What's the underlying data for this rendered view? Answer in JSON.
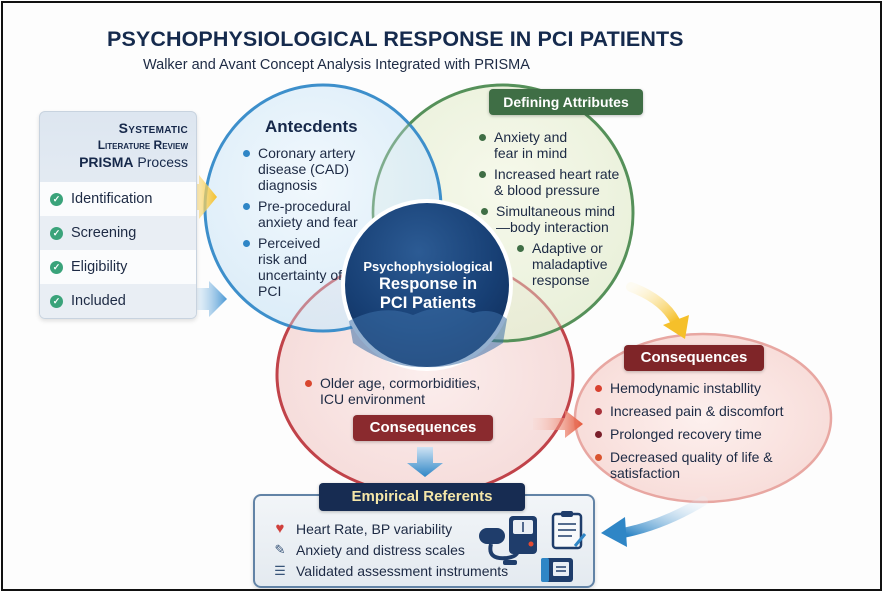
{
  "header": {
    "title": "PSYCHOPHYSIOLOGICAL RESPONSE IN PCI PATIENTS",
    "subtitle": "Walker and Avant Concept Analysis Integrated with PRISMA"
  },
  "prisma": {
    "heading_line1": "Systematic",
    "heading_line2": "Literature Review",
    "heading_line3_bold": "PRISMA",
    "heading_line3_rest": "Process",
    "check_icon": "check-circle-icon",
    "steps": [
      {
        "label": "Identification"
      },
      {
        "label": "Screening"
      },
      {
        "label": "Eligibility"
      },
      {
        "label": "Included"
      }
    ]
  },
  "antecedents": {
    "title": "Antecdents",
    "items": [
      "Coronary artery disease (CAD) diagnosis",
      "Pre-procedural anxiety and fear",
      "Perceived risk and uncertainty of PCI"
    ],
    "color": "#2f86c6"
  },
  "defining_attributes": {
    "title": "Defining Attributes",
    "items": [
      "Anxiety and fear in mind",
      "Increased heart rate & blood pressure",
      "Simultaneous mind—body interaction",
      "Adaptive or maladaptive response"
    ],
    "color": "#3f6e45"
  },
  "center": {
    "line1": "Psychophysiological",
    "line2": "Response in",
    "line3": "PCI Patients"
  },
  "lower_circle": {
    "items": [
      "Older age, cormorbidities, ICU environment"
    ],
    "tag": "Consequences"
  },
  "consequences": {
    "title": "Consequences",
    "items": [
      {
        "label": "Hemodynamic instabllity",
        "color": "#d9412f"
      },
      {
        "label": "Increased pain & discomfort",
        "color": "#a8323a"
      },
      {
        "label": "Prolonged recovery time",
        "color": "#7a1f2a"
      },
      {
        "label": "Decreased quality of life & satisfaction",
        "color": "#d9542f"
      }
    ]
  },
  "empirical_referents": {
    "title": "Empirical Referents",
    "items": [
      {
        "icon": "heart-icon",
        "label": "Heart Rate, BP variability"
      },
      {
        "icon": "form-edit-icon",
        "label": "Anxiety and distress scales"
      },
      {
        "icon": "list-document-icon",
        "label": "Validated assessment instruments"
      }
    ],
    "illustrations": [
      "blood-pressure-monitor-icon",
      "clipboard-icon",
      "assessment-device-icon"
    ]
  },
  "colors": {
    "navy": "#152a4d",
    "blue_circle": "#2f86c6",
    "green_circle": "#5f9a5c",
    "red_circle": "#c9474a",
    "yellow_arrow": "#f5c02a",
    "blue_arrow": "#2f86c6"
  }
}
